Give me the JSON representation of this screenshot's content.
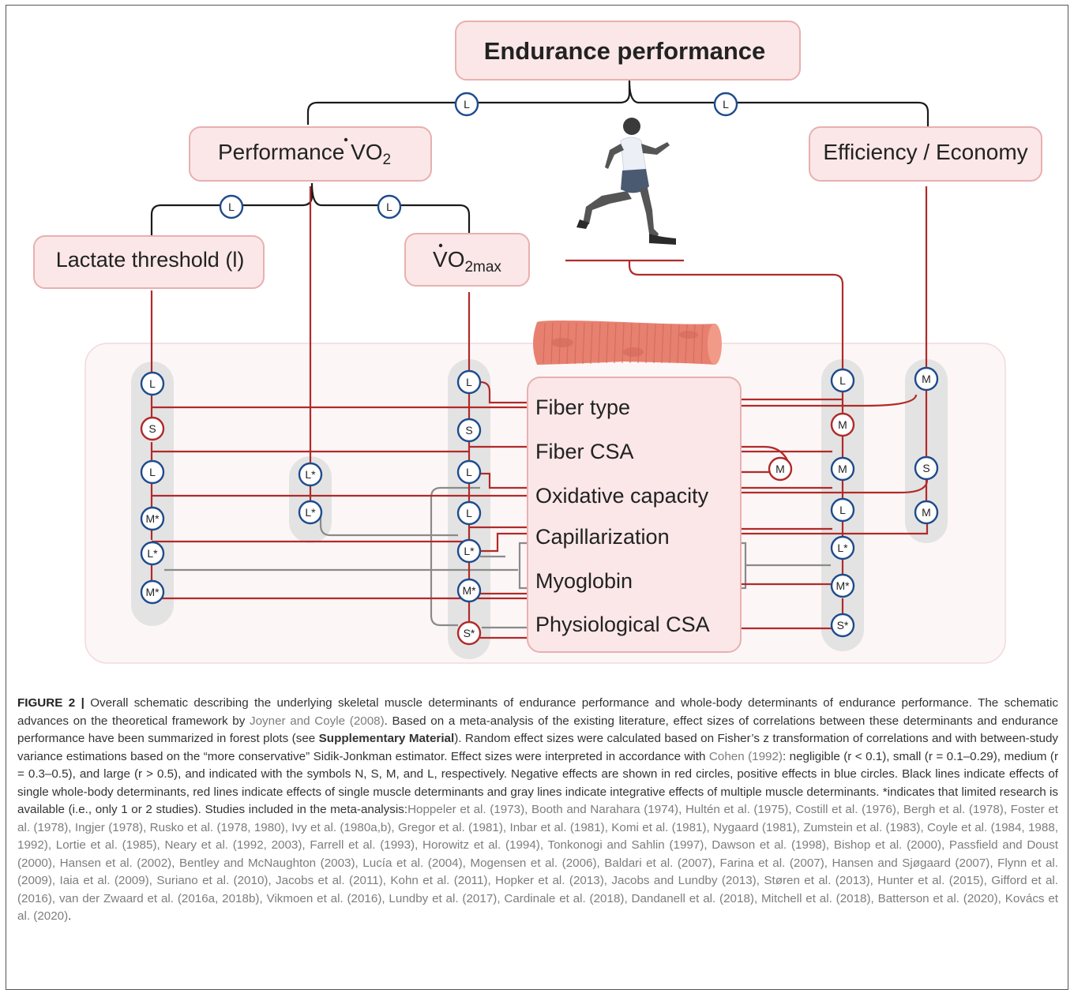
{
  "diagram": {
    "endurance_performance": "Endurance performance",
    "performance_vo2_prefix": "Performance V",
    "performance_vo2_o": "O",
    "performance_vo2_sub": "2",
    "efficiency_economy": "Efficiency / Economy",
    "lactate_threshold": "Lactate threshold (l)",
    "vo2max_v": "V",
    "vo2max_o": "O",
    "vo2max_sub": "2max",
    "determinants": [
      "Fiber type",
      "Fiber CSA",
      "Oxidative capacity",
      "Capillarization",
      "Myoglobin",
      "Physiological CSA"
    ],
    "top_circles": [
      "L",
      "L",
      "L",
      "L"
    ],
    "col_lactate": [
      "L",
      "S",
      "L",
      "M*",
      "L*",
      "M*"
    ],
    "col_performance": [
      "L*",
      "L*"
    ],
    "col_vo2max": [
      "L",
      "S",
      "L",
      "L",
      "L*",
      "M*",
      "S*"
    ],
    "col_efficiency": [
      "L",
      "M",
      "M",
      "L",
      "L*",
      "M*",
      "S*"
    ],
    "col_economy": [
      "M",
      "S",
      "M"
    ],
    "middle_circle": "M",
    "colors": {
      "box_fill": "#fbe7e7",
      "box_border": "#e8b0b0",
      "negative_circle": "#b02a2a",
      "positive_circle": "#1f4b8c",
      "black_line": "#1a1a1a",
      "red_line": "#b12a2a",
      "gray_line": "#8a8a8a",
      "muscle": "#e8806f"
    }
  },
  "caption": {
    "label": "FIGURE 2 |",
    "p1": " Overall schematic describing the underlying skeletal muscle determinants of endurance performance and whole-body determinants of endurance performance. The schematic advances on the theoretical framework by ",
    "ref_joyner": "Joyner and Coyle (2008)",
    "p2": ". Based on a meta-analysis of the existing literature, effect sizes of correlations between these determinants and endurance performance have been summarized in forest plots (see ",
    "supp": "Supplementary Material",
    "p3": "). Random effect sizes were calculated based on Fisher’s z transformation of correlations and with between-study variance estimations based on the “more conservative” Sidik-Jonkman estimator. Effect sizes were interpreted in accordance with ",
    "ref_cohen": "Cohen (1992)",
    "p4": ": negligible (r < 0.1), small (r = 0.1–0.29), medium (r = 0.3–0.5), and large (r > 0.5), and indicated with the symbols N, S, M, and L, respectively. Negative effects are shown in red circles, positive effects in blue circles. Black lines indicate effects of single whole-body determinants, red lines indicate effects of single muscle determinants and gray lines indicate integrative effects of multiple muscle determinants. *indicates that limited research is available (i.e., only 1 or 2 studies). Studies included in the meta-analysis:",
    "studies": "Hoppeler et al. (1973), Booth and Narahara (1974), Hultén et al. (1975), Costill et al. (1976), Bergh et al. (1978), Foster et al. (1978), Ingjer (1978), Rusko et al. (1978, 1980), Ivy et al. (1980a,b), Gregor et al. (1981), Inbar et al. (1981), Komi et al. (1981), Nygaard (1981), Zumstein et al. (1983), Coyle et al. (1984, 1988, 1992), Lortie et al. (1985), Neary et al. (1992, 2003), Farrell et al. (1993), Horowitz et al. (1994), Tonkonogi and Sahlin (1997), Dawson et al. (1998), Bishop et al. (2000), Passfield and Doust (2000), Hansen et al. (2002), Bentley and McNaughton (2003), Lucía et al. (2004), Mogensen et al. (2006), Baldari et al. (2007), Farina et al. (2007), Hansen and Sjøgaard (2007), Flynn et al. (2009), Iaia et al. (2009), Suriano et al. (2010), Jacobs et al. (2011), Kohn et al. (2011), Hopker et al. (2013), Jacobs and Lundby (2013), Støren et al. (2013), Hunter et al. (2015), Gifford et al. (2016), van der Zwaard et al. (2016a, 2018b), Vikmoen et al. (2016), Lundby et al. (2017), Cardinale et al. (2018), Dandanell et al. (2018), Mitchell et al. (2018), Batterson et al. (2020), Kovács et al. (2020)",
    "end": "."
  }
}
